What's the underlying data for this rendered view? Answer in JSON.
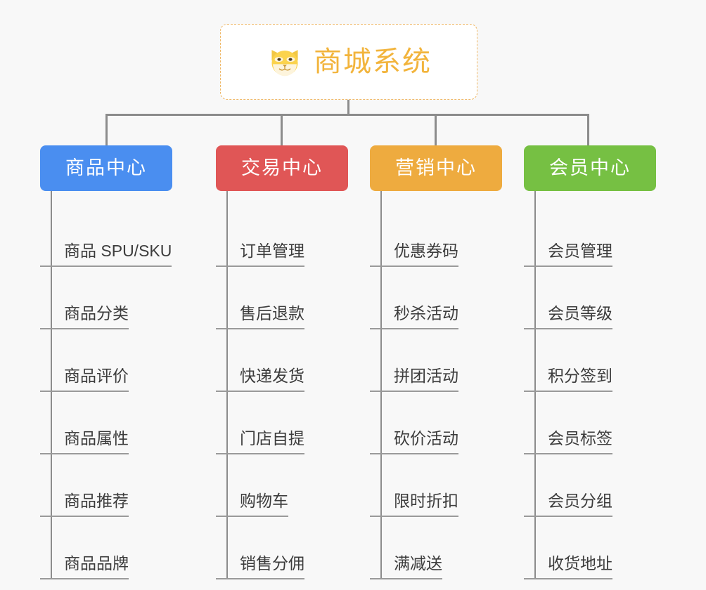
{
  "page": {
    "background_color": "#f8f8f8",
    "line_color": "#8c8c8c"
  },
  "root": {
    "title": "商城系统",
    "icon": "shiba-dog-face-icon",
    "text_color": "#f2b43c",
    "border_color": "#efb765",
    "background_color": "#ffffff"
  },
  "categories": [
    {
      "label": "商品中心",
      "color": "#4a8ef0",
      "items": [
        {
          "label": "商品 SPU/SKU"
        },
        {
          "label": "商品分类"
        },
        {
          "label": "商品评价"
        },
        {
          "label": "商品属性"
        },
        {
          "label": "商品推荐"
        },
        {
          "label": "商品品牌"
        }
      ]
    },
    {
      "label": "交易中心",
      "color": "#e05656",
      "items": [
        {
          "label": "订单管理"
        },
        {
          "label": "售后退款"
        },
        {
          "label": "快递发货"
        },
        {
          "label": "门店自提"
        },
        {
          "label": "购物车"
        },
        {
          "label": "销售分佣"
        }
      ]
    },
    {
      "label": "营销中心",
      "color": "#eeab3f",
      "items": [
        {
          "label": "优惠券码"
        },
        {
          "label": "秒杀活动"
        },
        {
          "label": "拼团活动"
        },
        {
          "label": "砍价活动"
        },
        {
          "label": "限时折扣"
        },
        {
          "label": "满减送"
        }
      ]
    },
    {
      "label": "会员中心",
      "color": "#76c043",
      "items": [
        {
          "label": "会员管理"
        },
        {
          "label": "会员等级"
        },
        {
          "label": "积分签到"
        },
        {
          "label": "会员标签"
        },
        {
          "label": "会员分组"
        },
        {
          "label": "收货地址"
        }
      ]
    }
  ]
}
